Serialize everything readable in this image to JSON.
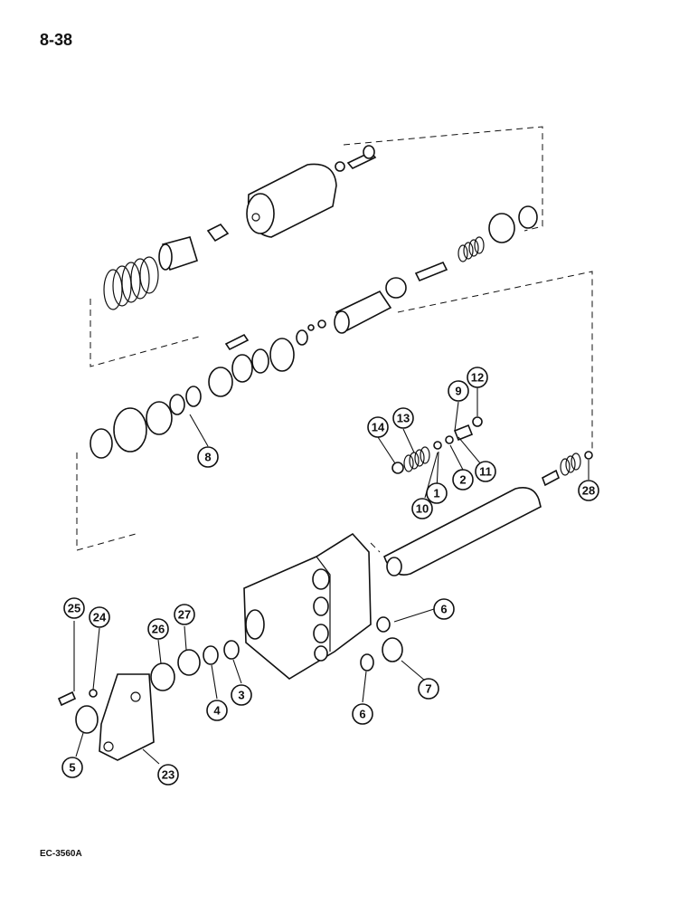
{
  "page": {
    "number": "8-38",
    "figure_code": "EC-3560A"
  },
  "callouts": [
    {
      "id": "1",
      "label": "1"
    },
    {
      "id": "2",
      "label": "2"
    },
    {
      "id": "3",
      "label": "3"
    },
    {
      "id": "4",
      "label": "4"
    },
    {
      "id": "5",
      "label": "5"
    },
    {
      "id": "6a",
      "label": "6"
    },
    {
      "id": "6b",
      "label": "6"
    },
    {
      "id": "7",
      "label": "7"
    },
    {
      "id": "8",
      "label": "8"
    },
    {
      "id": "9",
      "label": "9"
    },
    {
      "id": "10",
      "label": "10"
    },
    {
      "id": "11",
      "label": "11"
    },
    {
      "id": "12",
      "label": "12"
    },
    {
      "id": "13",
      "label": "13"
    },
    {
      "id": "14",
      "label": "14"
    },
    {
      "id": "23",
      "label": "23"
    },
    {
      "id": "24",
      "label": "24"
    },
    {
      "id": "25",
      "label": "25"
    },
    {
      "id": "26",
      "label": "26"
    },
    {
      "id": "27",
      "label": "27"
    },
    {
      "id": "28",
      "label": "28"
    }
  ]
}
